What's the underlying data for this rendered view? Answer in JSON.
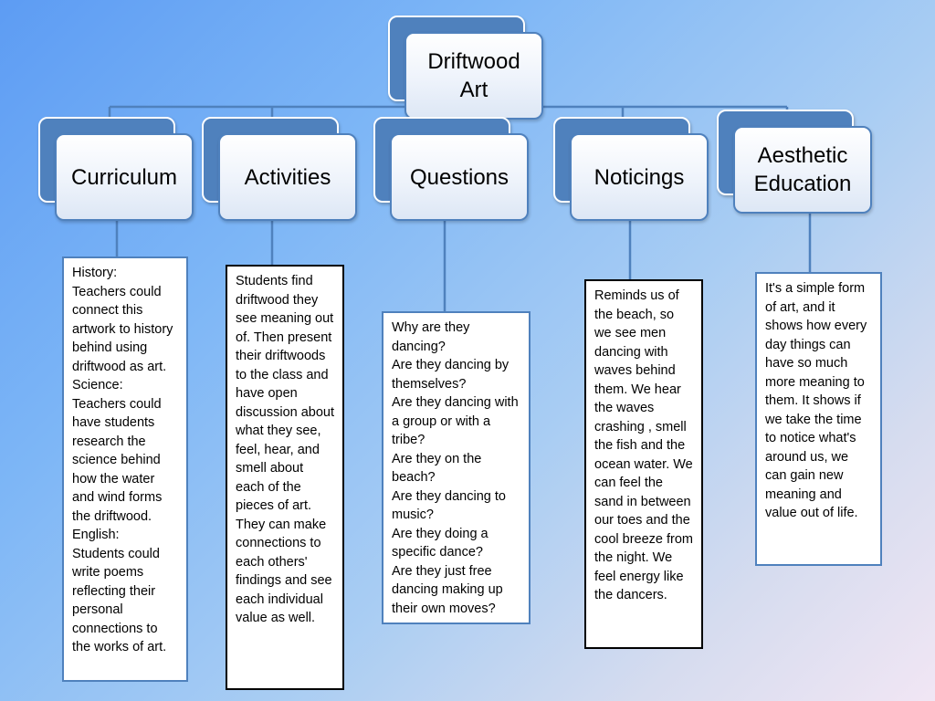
{
  "root": {
    "label": "Driftwood\nArt"
  },
  "branches": [
    {
      "label": "Curriculum",
      "note": "History:\nTeachers could connect this artwork to history behind using driftwood as art.\nScience:\nTeachers could have students research the science behind how the water and wind forms the driftwood.\nEnglish:\nStudents could write poems reflecting their personal connections to the works of art."
    },
    {
      "label": "Activities",
      "note": "Students find driftwood they see meaning out of.  Then present their driftwoods to the class and have open discussion about what they see, feel, hear, and smell about each of the pieces of art.  They can make connections to each others' findings and see each individual value as well."
    },
    {
      "label": "Questions",
      "note": "Why are they dancing?\nAre they dancing by themselves?\nAre they dancing with a group or with a tribe?\nAre they on the beach?\nAre they dancing to music?\nAre they doing a specific dance?\nAre they just free dancing making up their own moves?"
    },
    {
      "label": "Noticings",
      "note": "Reminds us of the beach, so we see men dancing with waves behind them. We hear the waves crashing , smell the fish and the ocean water.  We can feel the sand in between our toes and the cool breeze from the night.  We feel energy like the dancers."
    },
    {
      "label": "Aesthetic\nEducation",
      "note": "It's a simple form of art, and it shows how every day things can have so much more meaning to them.  It shows if we take the time to notice what's around us, we can gain new meaning and value out of life."
    }
  ],
  "colors": {
    "node_fill": "#4f81bd",
    "node_border": "#4f81bd",
    "connector": "#4f81bd",
    "background_start": "#5d9cf3",
    "background_end": "#f1e6f4"
  }
}
